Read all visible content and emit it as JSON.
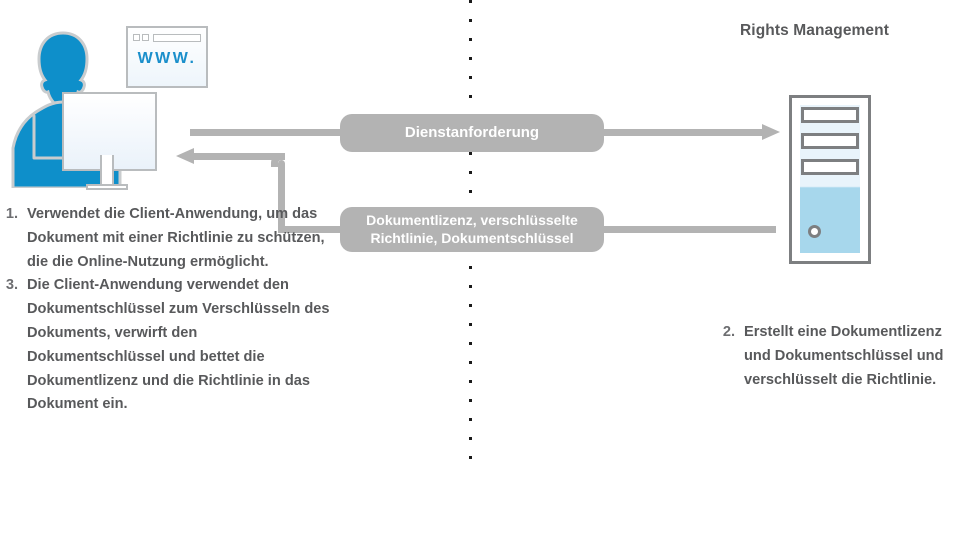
{
  "diagram": {
    "section_title": "Rights Management",
    "divider": {
      "style": "dotted-vertical"
    },
    "client": {
      "person_icon": "user-silhouette-icon",
      "monitor_icon": "desktop-monitor-icon",
      "browser": {
        "icon": "browser-window-icon",
        "address_text": "WWW."
      }
    },
    "server": {
      "icon": "server-tower-icon",
      "slots": [
        "drive-bay-1",
        "drive-bay-2",
        "drive-bay-3"
      ],
      "led": "power-led-indicator"
    },
    "flows": [
      {
        "id": "service-request",
        "label": "Dienstanforderung",
        "direction": "client-to-server",
        "arrowhead": "right"
      },
      {
        "id": "license-response",
        "label_line1": "Dokumentlizenz, verschlüsselte",
        "label_line2": "Richtlinie, Dokumentschlüssel",
        "direction": "server-to-client",
        "arrowhead": "left"
      }
    ],
    "steps_left": [
      {
        "number": "1.",
        "text": "Verwendet die Client-Anwendung, um das Dokument mit einer Richtlinie zu schützen, die die Online-Nutzung ermöglicht."
      },
      {
        "number": "3.",
        "text": "Die Client-Anwendung verwendet den Dokumentschlüssel zum Verschlüsseln des Dokuments, verwirft den Dokumentschlüssel und bettet die Dokumentlizenz und die Richtlinie in das Dokument ein."
      }
    ],
    "steps_right": [
      {
        "number": "2.",
        "text": "Erstellt eine Dokumentlizenz und Dokumentschlüssel und verschlüsselt die Richtlinie."
      }
    ],
    "colors": {
      "accent_blue": "#0e8fca",
      "connector_gray": "#b3b3b3",
      "text_gray": "#58595b",
      "outline_gray": "#b9bcbe",
      "server_outline": "#7d7f81",
      "server_body_blue": "#a7d7ec"
    }
  }
}
